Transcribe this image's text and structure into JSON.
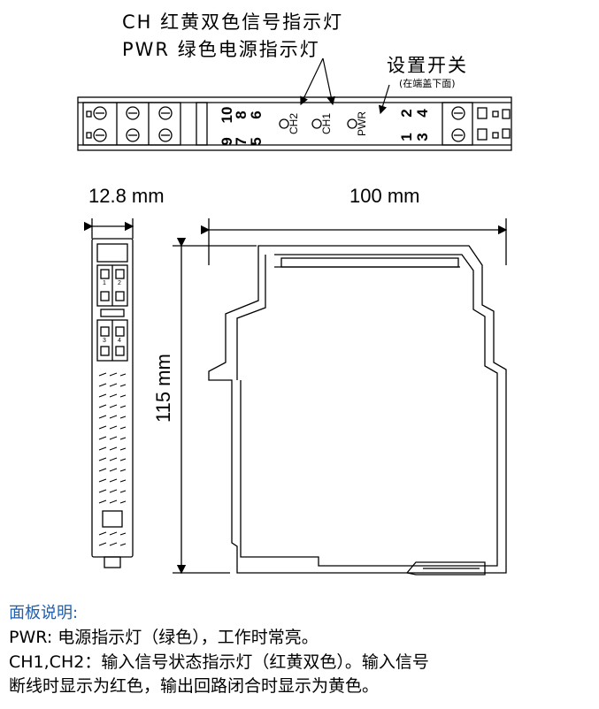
{
  "annotations": {
    "led_ch": "CH 红黄双色信号指示灯",
    "led_pwr": "PWR 绿色电源指示灯",
    "switch": "设置开关",
    "switch_note": "(在端盖下面)"
  },
  "front_panel": {
    "term_top_left": [
      "10",
      "8",
      "6"
    ],
    "term_bottom_left": [
      "9",
      "7",
      "5"
    ],
    "leds": [
      "CH2",
      "CH1",
      "PWR"
    ],
    "term_top_right": [
      "2",
      "4"
    ],
    "term_bottom_right": [
      "1",
      "3"
    ]
  },
  "side_view": {
    "terminal_numbers": [
      "1",
      "2",
      "3",
      "4"
    ]
  },
  "dimensions": {
    "width_narrow": "12.8 mm",
    "length": "100 mm",
    "height": "115 mm"
  },
  "description": {
    "title": "面板说明:",
    "line1": "PWR: 电源指示灯（绿色），工作时常亮。",
    "line2": "CH1,CH2：输入信号状态指示灯（红黄双色）。输入信号",
    "line3": "断线时显示为红色，输出回路闭合时显示为黄色。"
  }
}
